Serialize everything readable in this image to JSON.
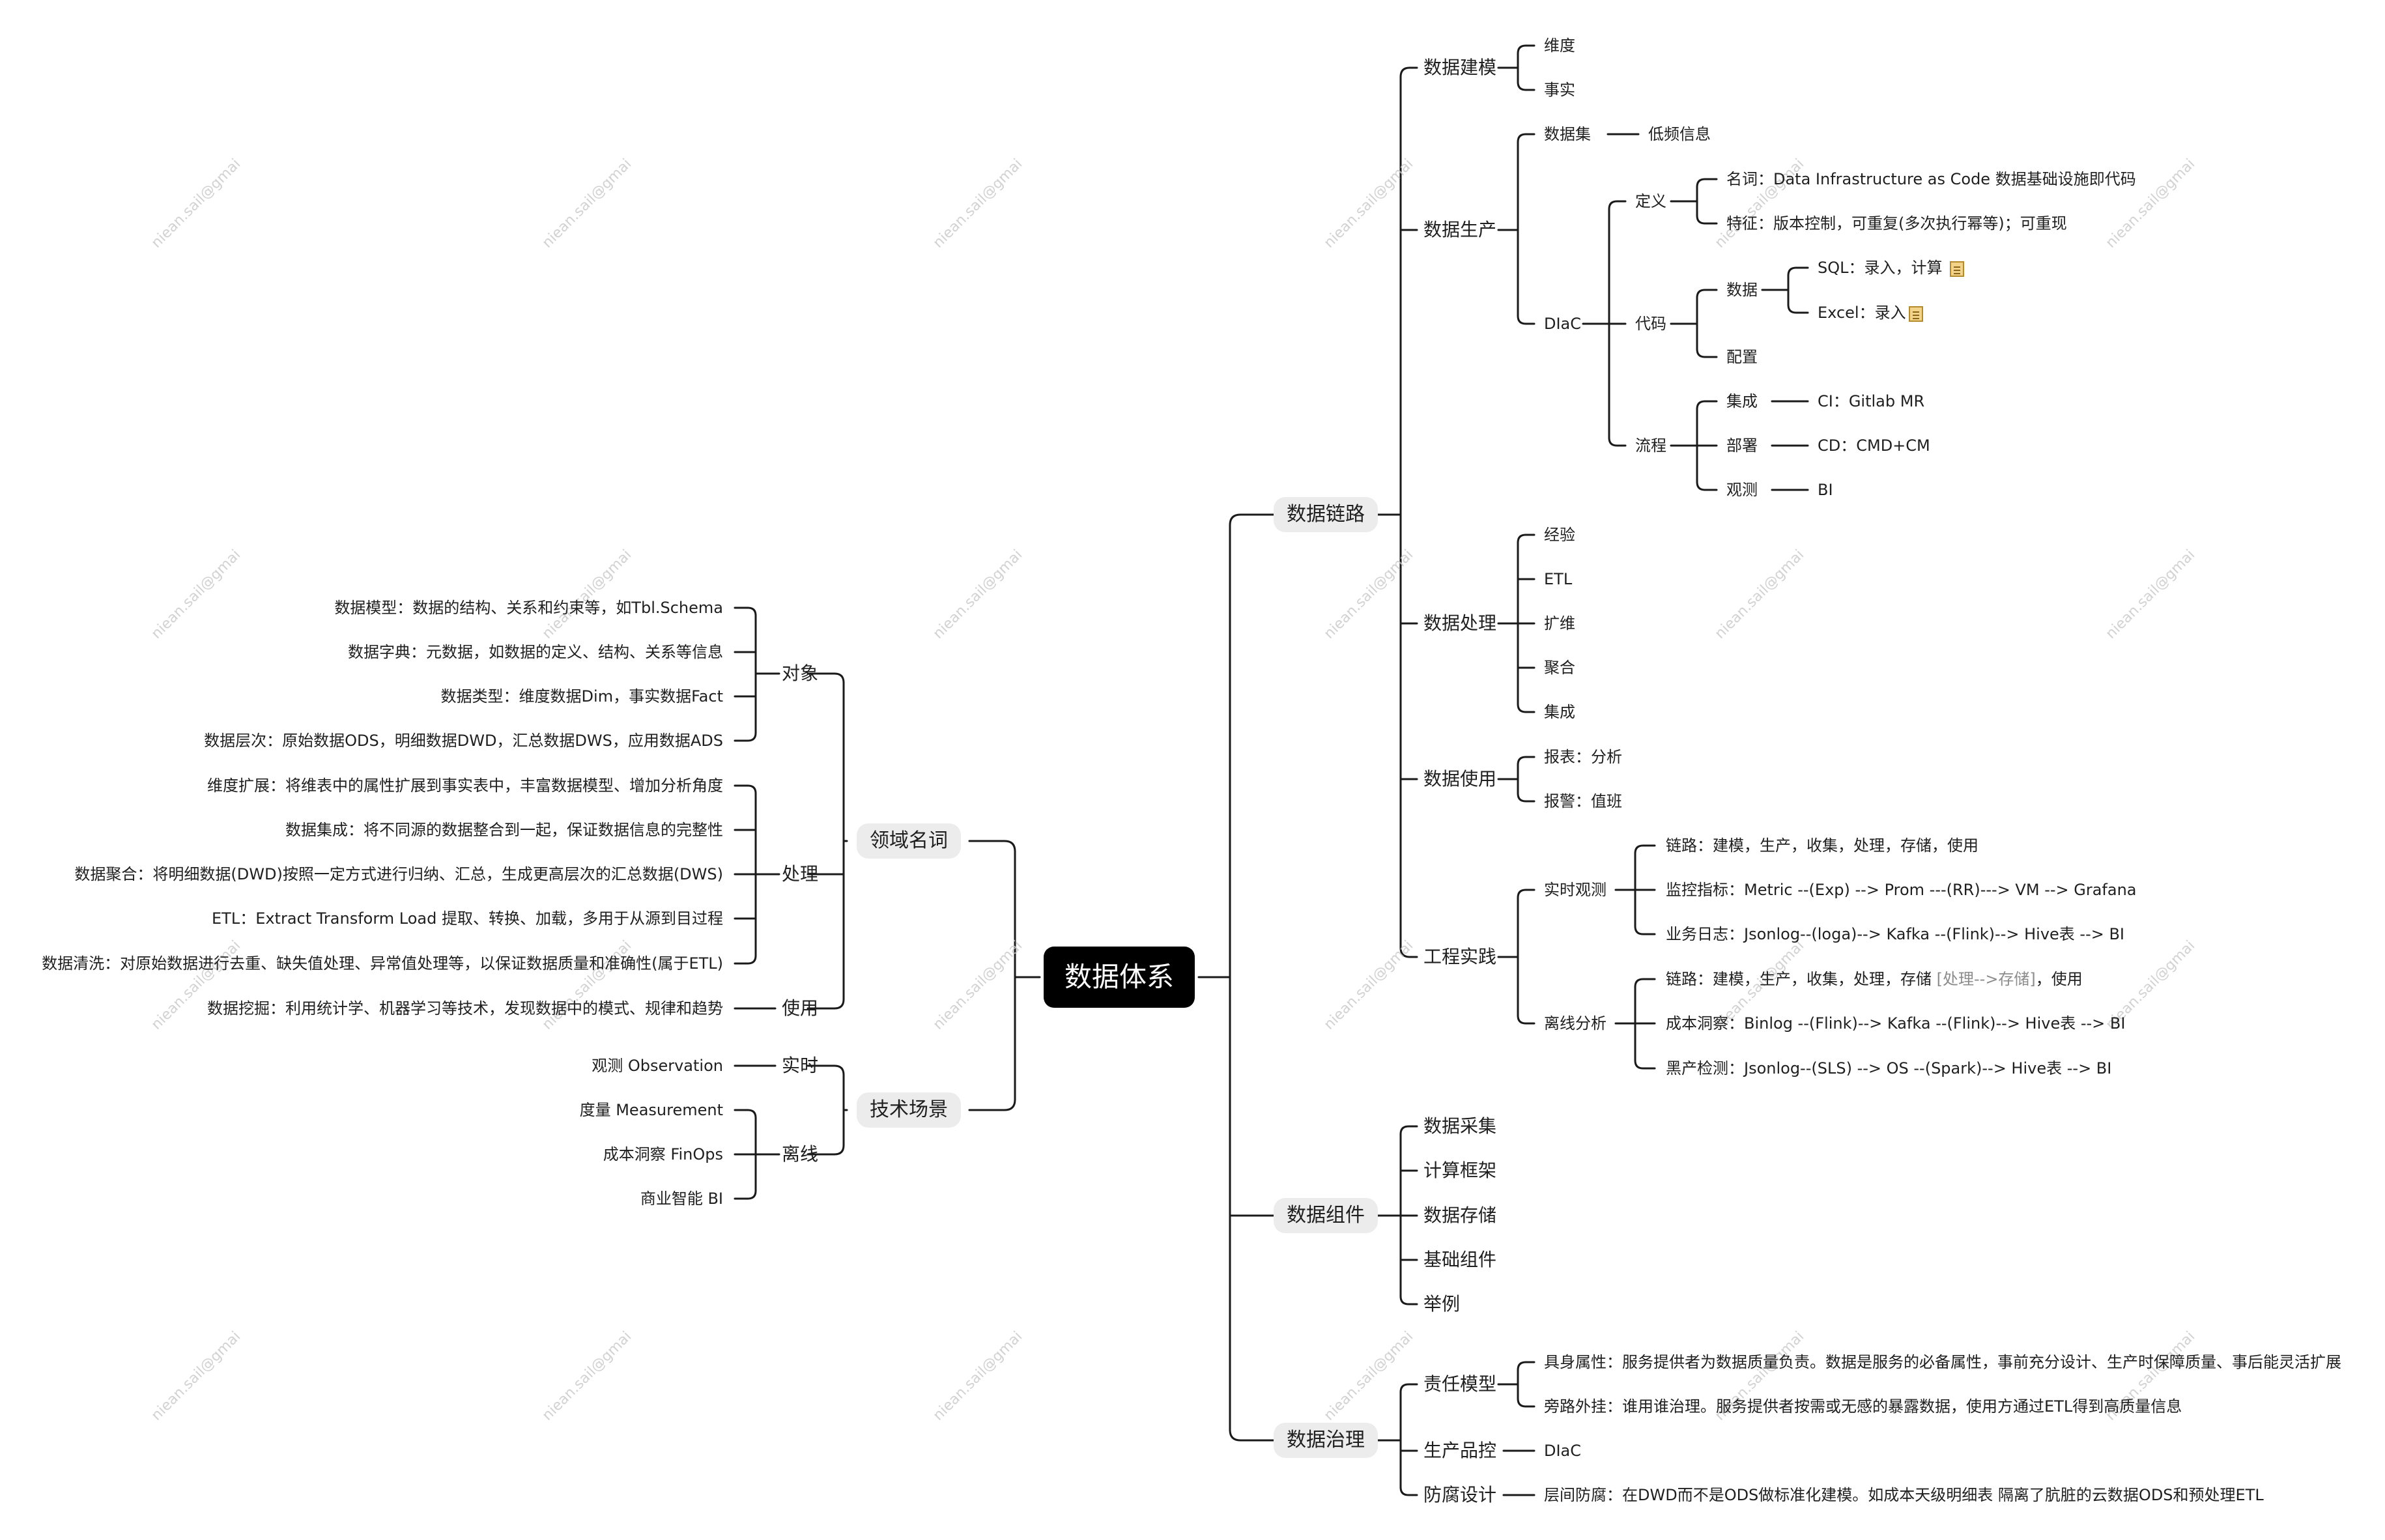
{
  "watermark": "niean.sail@gmai",
  "root": "数据体系",
  "left": {
    "domain": {
      "title": "领域名词",
      "object": {
        "label": "对象",
        "items": [
          "数据模型：数据的结构、关系和约束等，如Tbl.Schema",
          "数据字典：元数据，如数据的定义、结构、关系等信息",
          "数据类型：维度数据Dim，事实数据Fact",
          "数据层次：原始数据ODS，明细数据DWD，汇总数据DWS，应用数据ADS"
        ]
      },
      "process": {
        "label": "处理",
        "items": [
          "维度扩展：将维表中的属性扩展到事实表中，丰富数据模型、增加分析角度",
          "数据集成：将不同源的数据整合到一起，保证数据信息的完整性",
          "数据聚合：将明细数据(DWD)按照一定方式进行归纳、汇总，生成更高层次的汇总数据(DWS)",
          "ETL：Extract Transform Load 提取、转换、加载，多用于从源到目过程",
          "数据清洗：对原始数据进行去重、缺失值处理、异常值处理等，以保证数据质量和准确性(属于ETL)"
        ]
      },
      "use": {
        "label": "使用",
        "items": [
          "数据挖掘：利用统计学、机器学习等技术，发现数据中的模式、规律和趋势"
        ]
      }
    },
    "tech": {
      "title": "技术场景",
      "realtime": {
        "label": "实时",
        "items": [
          "观测 Observation"
        ]
      },
      "offline": {
        "label": "离线",
        "items": [
          "度量 Measurement",
          "成本洞察 FinOps",
          "商业智能 BI"
        ]
      }
    }
  },
  "right": {
    "link": {
      "title": "数据链路",
      "modeling": {
        "label": "数据建模",
        "items": [
          "维度",
          "事实"
        ]
      },
      "production": {
        "label": "数据生产",
        "dataset": {
          "label": "数据集",
          "item": "低频信息"
        },
        "diac": {
          "label": "DIaC",
          "define": {
            "label": "定义",
            "items": [
              "名词：Data Infrastructure as Code 数据基础设施即代码",
              "特征：版本控制，可重复(多次执行幂等)；可重现"
            ]
          },
          "code": {
            "label": "代码",
            "data": {
              "label": "数据",
              "items": [
                "SQL：录入，计算",
                "Excel：录入"
              ]
            },
            "config": "配置"
          },
          "flow": {
            "label": "流程",
            "items": [
              {
                "label": "集成",
                "value": "CI：Gitlab MR"
              },
              {
                "label": "部署",
                "value": "CD：CMD+CM"
              },
              {
                "label": "观测",
                "value": "BI"
              }
            ]
          }
        }
      },
      "processing": {
        "label": "数据处理",
        "items": [
          "经验",
          "ETL",
          "扩维",
          "聚合",
          "集成"
        ]
      },
      "usage": {
        "label": "数据使用",
        "items": [
          "报表：分析",
          "报警：值班"
        ]
      },
      "practice": {
        "label": "工程实践",
        "realtime": {
          "label": "实时观测",
          "items": [
            "链路：建模，生产，收集，处理，存储，使用",
            "监控指标：Metric  --(Exp) --> Prom  ---(RR)---> VM      --> Grafana",
            "业务日志：Jsonlog--(loga)--> Kafka --(Flink)--> Hive表 --> BI"
          ]
        },
        "offline": {
          "label": "离线分析",
          "item1_prefix": "链路：建模，生产，收集，处理，存储 ",
          "item1_muted": "[处理-->存储]",
          "item1_suffix": "，使用",
          "items": [
            "成本洞察：Binlog  --(Flink)--> Kafka --(Flink)--> Hive表 --> BI",
            "黑产检测：Jsonlog--(SLS) --> OS    --(Spark)--> Hive表 --> BI"
          ]
        }
      }
    },
    "components": {
      "title": "数据组件",
      "items": [
        "数据采集",
        "计算框架",
        "数据存储",
        "基础组件",
        "举例"
      ]
    },
    "governance": {
      "title": "数据治理",
      "responsibility": {
        "label": "责任模型",
        "items": [
          "具身属性：服务提供者为数据质量负责。数据是服务的必备属性，事前充分设计、生产时保障质量、事后能灵活扩展",
          "旁路外挂：谁用谁治理。服务提供者按需或无感的暴露数据，使用方通过ETL得到高质量信息"
        ]
      },
      "qc": {
        "label": "生产品控",
        "item": "DIaC"
      },
      "anticorrosion": {
        "label": "防腐设计",
        "item": "层间防腐：在DWD而不是ODS做标准化建模。如成本天级明细表 隔离了肮脏的云数据ODS和预处理ETL"
      }
    }
  },
  "colors": {
    "line": "#1a1a1a",
    "root_bg": "#000000",
    "pill_bg": "#ececec",
    "watermark": "#c8c8c8",
    "note": "#f2d38a"
  }
}
